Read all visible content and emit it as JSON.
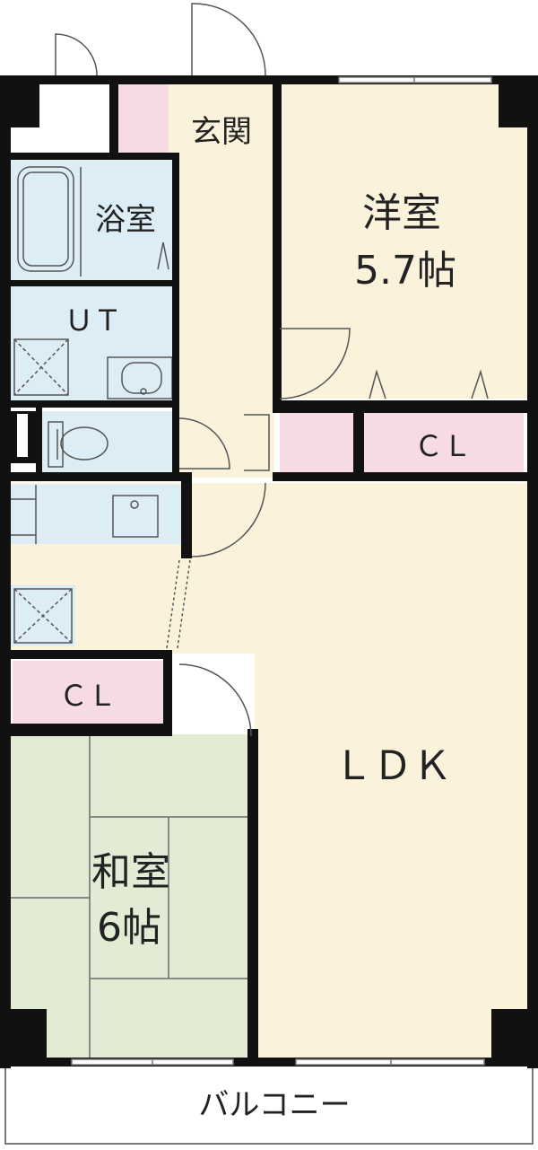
{
  "rooms": {
    "entrance": "玄関",
    "bath": "浴室",
    "utility": "ＵＴ",
    "western_room_name": "洋室",
    "western_room_size": "5.7帖",
    "closet_western": "ＣＬ",
    "ldk": "ＬＤＫ",
    "closet_japanese": "ＣＬ",
    "japanese_room_name": "和室",
    "japanese_room_size": "6帖",
    "balcony": "バルコニー"
  },
  "colors": {
    "background": "#ffffff",
    "wall": "#111111",
    "wet_area": "#dcedf6",
    "western_floor": "#fbf2dc",
    "tatami": "#e2ebd3",
    "closet": "#f6dbe2",
    "line": "#555555"
  }
}
